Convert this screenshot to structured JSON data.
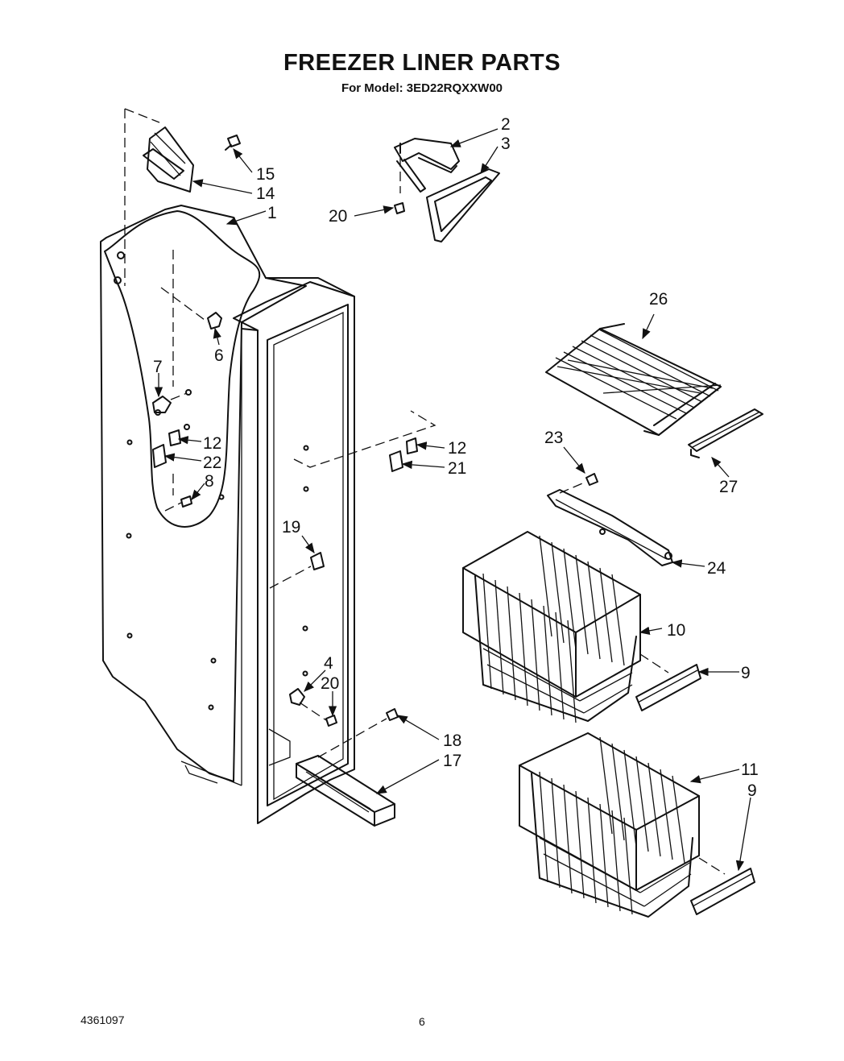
{
  "header": {
    "title": "FREEZER LINER PARTS",
    "subtitle": "For Model: 3ED22RQXXW00"
  },
  "footer": {
    "doc_number": "4361097",
    "page_number": "6"
  },
  "callouts": {
    "c1": "1",
    "c2": "2",
    "c3": "3",
    "c4": "4",
    "c6": "6",
    "c7": "7",
    "c8": "8",
    "c9a": "9",
    "c9b": "9",
    "c10": "10",
    "c11": "11",
    "c12a": "12",
    "c12b": "12",
    "c14": "14",
    "c15": "15",
    "c17": "17",
    "c18": "18",
    "c19": "19",
    "c20a": "20",
    "c20b": "20",
    "c21": "21",
    "c22": "22",
    "c23": "23",
    "c24": "24",
    "c26": "26",
    "c27": "27"
  }
}
